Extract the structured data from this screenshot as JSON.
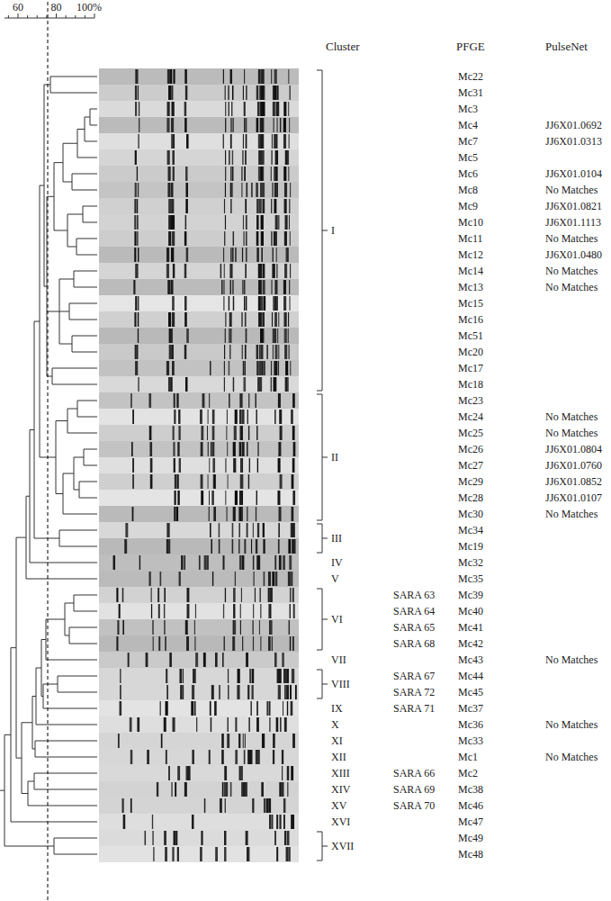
{
  "diagram": {
    "labels": [
      "60",
      "80",
      "100%",
      "Cluster",
      "PFGE",
      "PulseNet",
      "I",
      "II",
      "III",
      "IV",
      "V",
      "VI",
      "VII",
      "VIII",
      "IX",
      "X",
      "XI",
      "XII",
      "XIII",
      "XIV",
      "XV",
      "XVI",
      "XVII",
      "SARA 63",
      "SARA 64",
      "SARA 65",
      "SARA 68",
      "SARA 67",
      "SARA 72",
      "SARA 71",
      "SARA 66",
      "SARA 69",
      "SARA 70",
      "Mc22",
      "Mc31",
      "Mc3",
      "Mc4",
      "Mc7",
      "Mc5",
      "Mc6",
      "Mc8",
      "Mc9",
      "Mc10",
      "Mc11",
      "Mc12",
      "Mc14",
      "Mc13",
      "Mc15",
      "Mc16",
      "Mc51",
      "Mc20",
      "Mc17",
      "Mc18",
      "Mc23",
      "Mc24",
      "Mc25",
      "Mc26",
      "Mc27",
      "Mc29",
      "Mc28",
      "Mc30",
      "Mc34",
      "Mc19",
      "Mc32",
      "Mc35",
      "Mc39",
      "Mc40",
      "Mc41",
      "Mc42",
      "Mc43",
      "Mc44",
      "Mc45",
      "Mc37",
      "Mc36",
      "Mc33",
      "Mc1",
      "Mc2",
      "Mc38",
      "Mc46",
      "Mc47",
      "Mc49",
      "Mc48",
      "JJ6X01.0692",
      "JJ6X01.0313",
      "JJ6X01.0104",
      "No Matches",
      "JJ6X01.0821",
      "JJ6X01.1113",
      "No Matches",
      "JJ6X01.0480",
      "No Matches",
      "No Matches",
      "No Matches",
      "No Matches",
      "JJ6X01.0804",
      "JJ6X01.0760",
      "JJ6X01.0852",
      "JJ6X01.0107",
      "No Matches",
      "No Matches",
      "No Matches",
      "No Matches"
    ]
  }
}
